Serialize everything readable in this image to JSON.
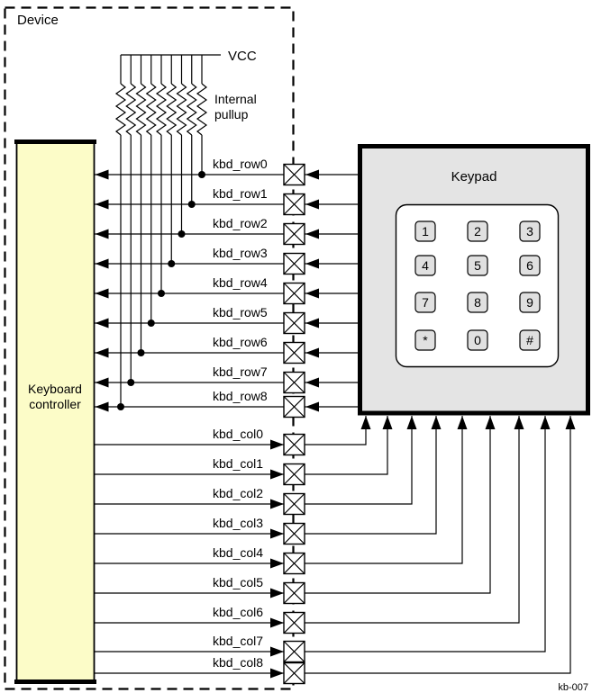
{
  "figure": {
    "device_label": "Device",
    "vcc_label": "VCC",
    "pullup_label": [
      "Internal",
      "pullup"
    ],
    "controller_label": [
      "Keyboard",
      "controller"
    ],
    "keypad_label": "Keypad",
    "figure_id": "kb-007",
    "row_signals": [
      "kbd_row0",
      "kbd_row1",
      "kbd_row2",
      "kbd_row3",
      "kbd_row4",
      "kbd_row5",
      "kbd_row6",
      "kbd_row7",
      "kbd_row8"
    ],
    "col_signals": [
      "kbd_col0",
      "kbd_col1",
      "kbd_col2",
      "kbd_col3",
      "kbd_col4",
      "kbd_col5",
      "kbd_col6",
      "kbd_col7",
      "kbd_col8"
    ],
    "keypad_keys": [
      "1",
      "2",
      "3",
      "4",
      "5",
      "6",
      "7",
      "8",
      "9",
      "*",
      "0",
      "#"
    ],
    "colors": {
      "controller_fill": "#FCFCC8",
      "keypad_fill": "#E4E4E4",
      "key_fill": "#E0E0E0",
      "panel_fill": "#FFFFFF",
      "line": "#000000"
    }
  }
}
